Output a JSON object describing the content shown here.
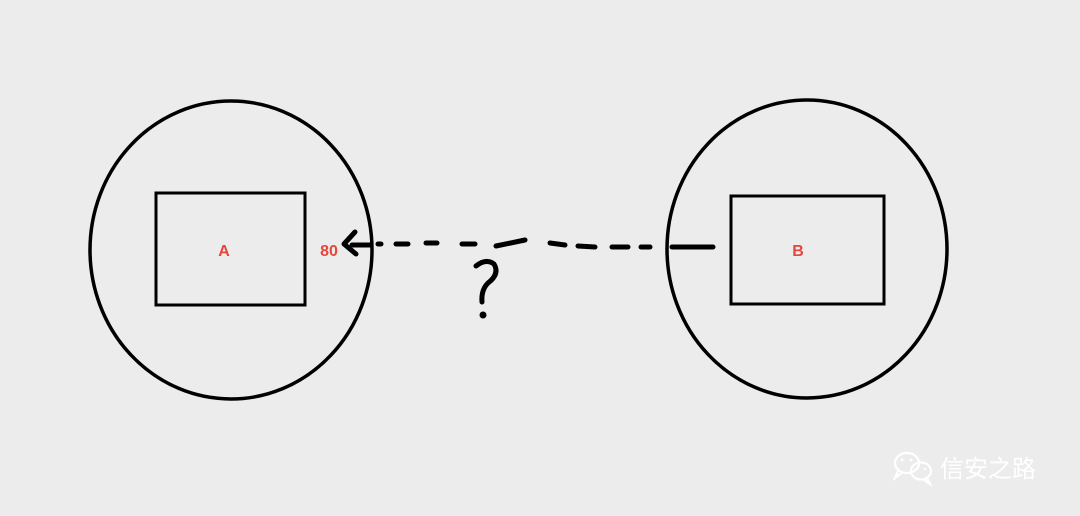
{
  "diagram": {
    "label_color": "#e8453c",
    "stroke_color": "#000000",
    "watermark_color": "#ffffff",
    "nodes": {
      "a": {
        "label": "A",
        "port_label": "80"
      },
      "b": {
        "label": "B"
      }
    },
    "connection": {
      "symbol": "?"
    },
    "watermark": {
      "icon": "wechat-icon",
      "text": "信安之路"
    }
  }
}
